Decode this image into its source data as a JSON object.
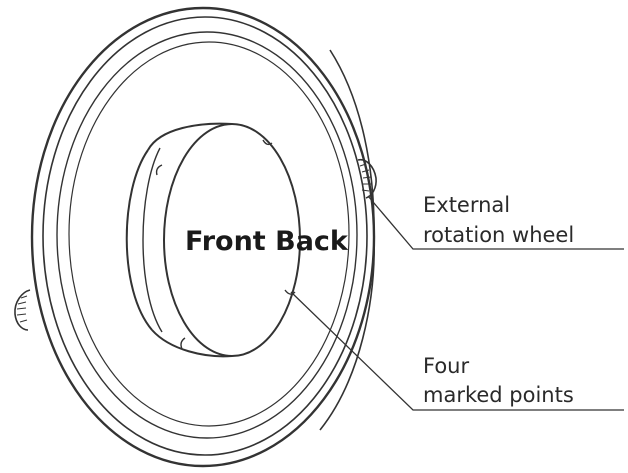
{
  "center_label": "Front Back",
  "callouts": {
    "wheel": {
      "line1": "External",
      "line2": "rotation wheel"
    },
    "points": {
      "line1": "Four",
      "line2": "marked points"
    }
  },
  "colors": {
    "ink": "#333333",
    "background": "#ffffff"
  }
}
